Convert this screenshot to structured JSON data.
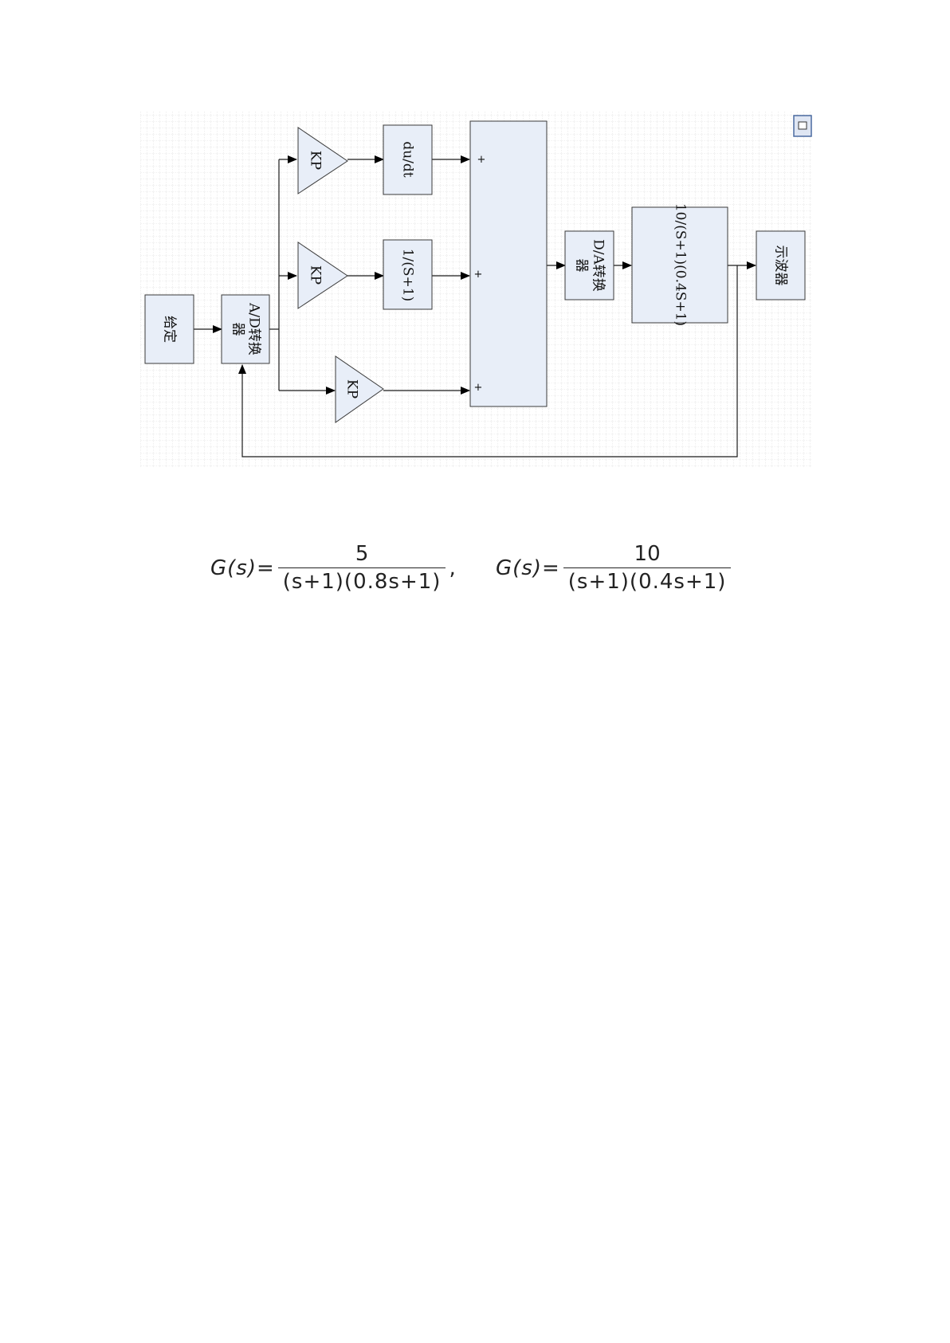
{
  "diagram": {
    "blocks": {
      "setpoint": "给定",
      "ad_line1": "A/D转换",
      "ad_line2": "器",
      "kp_top": "KP",
      "kp_mid": "KP",
      "kp_bot": "KP",
      "derivative": "du/dt",
      "integral": "1/(S+1)",
      "da_line1": "D/A转换",
      "da_line2": "器",
      "plant": "10/(S+1)(0.4S+1)",
      "scope": "示波器"
    },
    "sum_signs": [
      "+",
      "+",
      "+"
    ]
  },
  "formulas": [
    {
      "lhs": "G(s)=",
      "numerator": "5",
      "denominator": "(s+1)(0.8s+1)",
      "trail": ","
    },
    {
      "lhs": "G(s)=",
      "numerator": "10",
      "denominator": "(s+1)(0.4s+1)",
      "trail": ""
    }
  ]
}
